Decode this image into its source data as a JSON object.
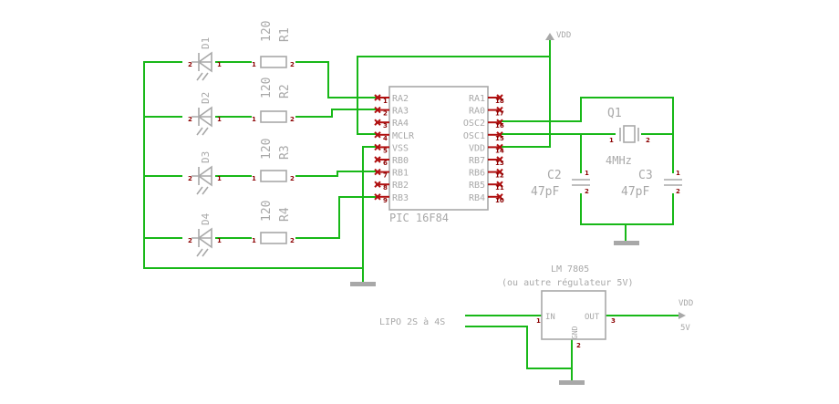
{
  "colors": {
    "wire": "#18b818",
    "part": "#a8a8a8",
    "pin": "#8b0000",
    "nc": "#b01010"
  },
  "leds": [
    {
      "name": "D1",
      "res_name": "R1",
      "res_value": "120"
    },
    {
      "name": "D2",
      "res_name": "R2",
      "res_value": "120"
    },
    {
      "name": "D3",
      "res_name": "R3",
      "res_value": "120"
    },
    {
      "name": "D4",
      "res_name": "R4",
      "res_value": "120"
    }
  ],
  "pin_nums": {
    "one": "1",
    "two": "2",
    "three": "3"
  },
  "mcu": {
    "name": "PIC 16F84",
    "left_pins": [
      {
        "label": "RA2",
        "num": "1"
      },
      {
        "label": "RA3",
        "num": "2"
      },
      {
        "label": "RA4",
        "num": "3"
      },
      {
        "label": "MCLR",
        "num": "4"
      },
      {
        "label": "VSS",
        "num": "5"
      },
      {
        "label": "RB0",
        "num": "6"
      },
      {
        "label": "RB1",
        "num": "7"
      },
      {
        "label": "RB2",
        "num": "8"
      },
      {
        "label": "RB3",
        "num": "9"
      }
    ],
    "right_pins": [
      {
        "label": "RA1",
        "num": "18"
      },
      {
        "label": "RA0",
        "num": "17"
      },
      {
        "label": "OSC2",
        "num": "16"
      },
      {
        "label": "OSC1",
        "num": "15"
      },
      {
        "label": "VDD",
        "num": "14"
      },
      {
        "label": "RB7",
        "num": "13"
      },
      {
        "label": "RB6",
        "num": "12"
      },
      {
        "label": "RB5",
        "num": "11"
      },
      {
        "label": "RB4",
        "num": "10"
      }
    ]
  },
  "vdd_top": "VDD",
  "crystal": {
    "name": "Q1",
    "value": "4MHz"
  },
  "c2": {
    "name": "C2",
    "value": "47pF"
  },
  "c3": {
    "name": "C3",
    "value": "47pF"
  },
  "regulator": {
    "name": "LM 7805",
    "subtitle": "(ou autre régulateur 5V)",
    "pin_in": "IN",
    "pin_out": "OUT",
    "pin_gnd": "GND"
  },
  "battery_label": "LIPO 2S à 4S",
  "vdd_out": "VDD",
  "out_voltage": "5V"
}
